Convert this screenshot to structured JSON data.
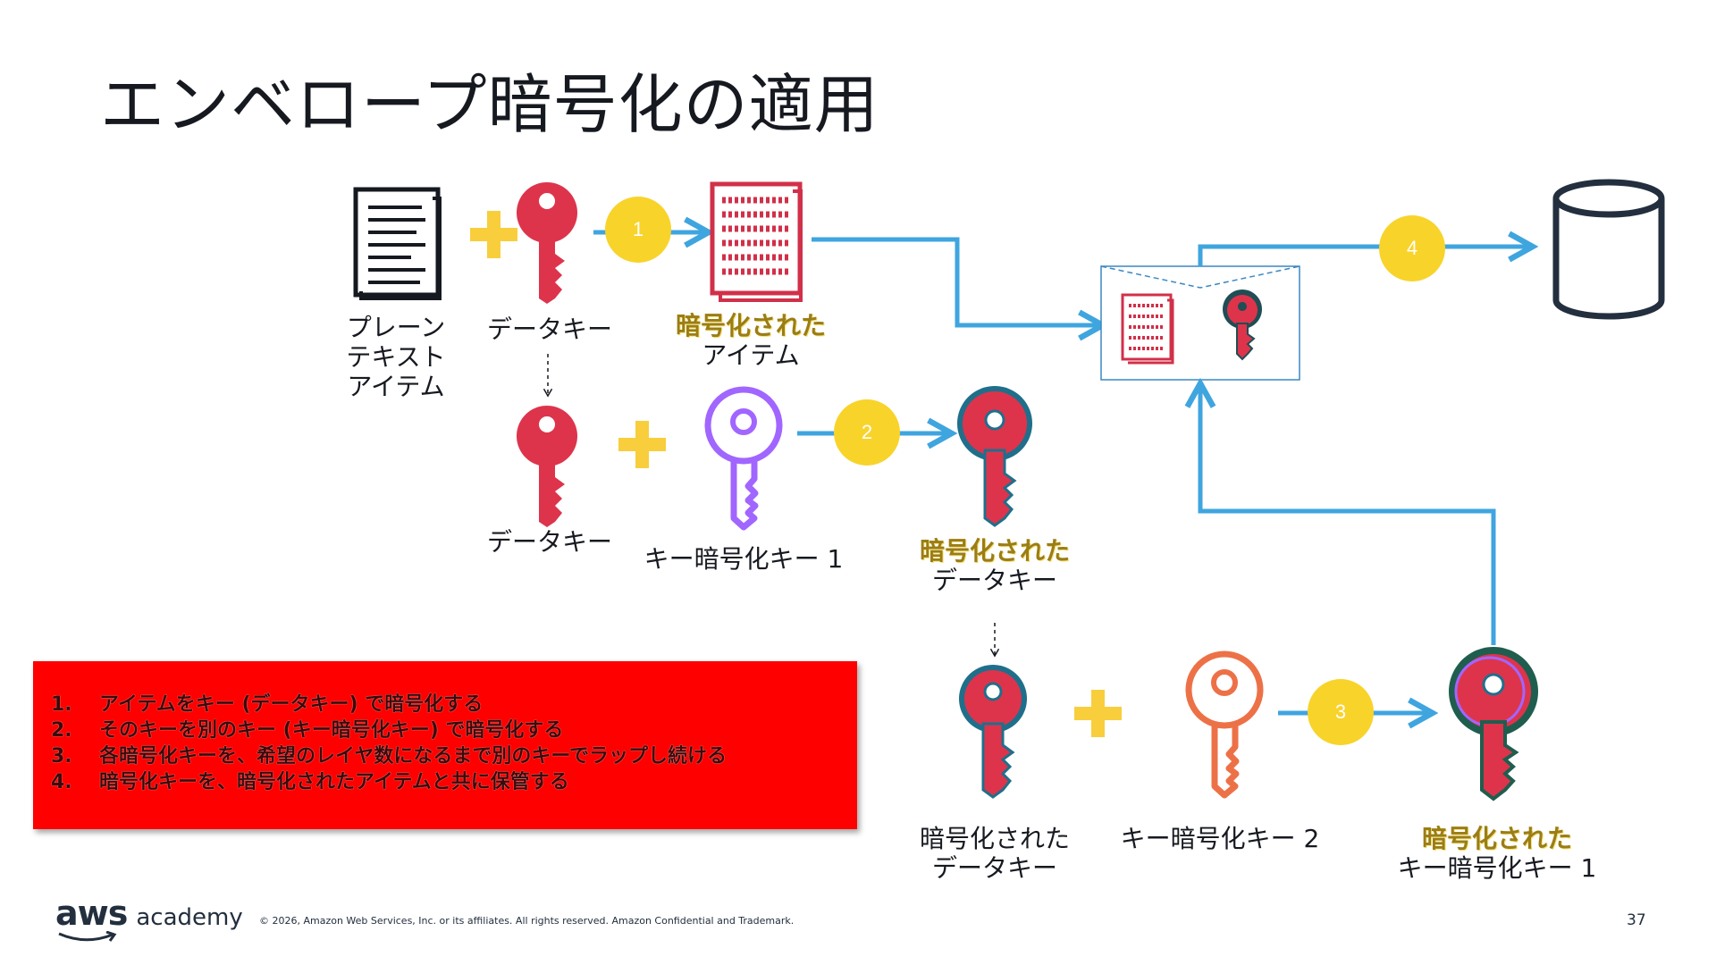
{
  "title": "エンベロープ暗号化の適用",
  "labels": {
    "plaintext_item": "プレーン\nテキスト\nアイテム",
    "data_key_1": "データキー",
    "data_key_2": "データキー",
    "encrypted_prefix": "暗号化された",
    "encrypted_item_suffix": "アイテム",
    "kek1": "キー暗号化キー 1",
    "encrypted_data_key_suffix": "データキー",
    "encrypted_data_key_b": "暗号化された\nデータキー",
    "kek2": "キー暗号化キー 2",
    "encrypted_kek1_suffix": "キー暗号化キー 1"
  },
  "steps": {
    "s1": "1",
    "s2": "2",
    "s3": "3",
    "s4": "4"
  },
  "notes": [
    {
      "num": "1.",
      "text": "アイテムをキー (データキー) で暗号化する"
    },
    {
      "num": "2.",
      "text": "そのキーを別のキー (キー暗号化キー) で暗号化する"
    },
    {
      "num": "3.",
      "text": "各暗号化キーを、希望のレイヤ数になるまで別のキーでラップし続ける"
    },
    {
      "num": "4.",
      "text": "暗号化キーを、暗号化されたアイテムと共に保管する"
    }
  ],
  "footer": {
    "logo_aws": "aws",
    "logo_academy": "academy",
    "copyright": "© 2026, Amazon Web Services, Inc. or its affiliates. All rights reserved. Amazon Confidential and Trademark.",
    "page_number": "37"
  },
  "colors": {
    "data_key": "#dd344c",
    "kek1": "#a166ff",
    "kek2": "#ed7147",
    "arrow": "#3fa5df",
    "step_badge": "#f8d32a",
    "plus": "#f8ce3c",
    "notes_bg": "#ff0000"
  }
}
